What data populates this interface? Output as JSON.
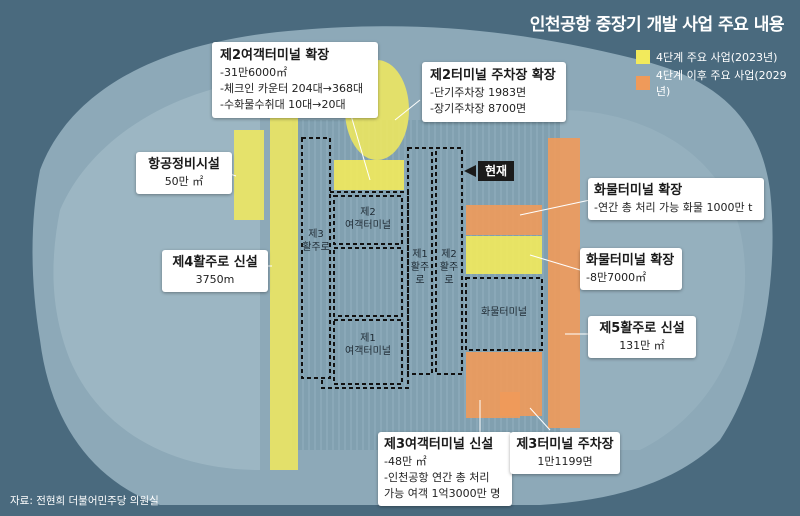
{
  "title": "인천공항 중장기 개발 사업 주요 내용",
  "legend": [
    {
      "label": "4단계 주요 사업(2023년)",
      "color": "#f2ea5c"
    },
    {
      "label": "4단계 이후 주요 사업(2029년)",
      "color": "#ef9a5a"
    }
  ],
  "callouts": {
    "t2_expansion": {
      "title": "제2여객터미널 확장",
      "lines": [
        "-31만6000㎡",
        "-체크인 카운터 204대→368대",
        "-수화물수취대 10대→20대"
      ]
    },
    "t2_parking": {
      "title": "제2터미널 주차장 확장",
      "lines": [
        "-단기주차장 1983면",
        "-장기주차장 8700면"
      ]
    },
    "maintenance": {
      "title": "항공정비시설",
      "lines": [
        "50만 ㎡"
      ]
    },
    "runway4": {
      "title": "제4활주로 신설",
      "lines": [
        "3750m"
      ]
    },
    "cargo_expansion_1": {
      "title": "화물터미널 확장",
      "lines": [
        "-연간 총 처리 가능 화물 1000만 t"
      ]
    },
    "cargo_expansion_2": {
      "title": "화물터미널 확장",
      "lines": [
        "-8만7000㎡"
      ]
    },
    "runway5": {
      "title": "제5활주로 신설",
      "lines": [
        "131만 ㎡"
      ]
    },
    "t3_new": {
      "title": "제3여객터미널 신설",
      "lines": [
        "-48만 ㎡",
        "-인천공항 연간 총 처리",
        "가능 여객 1억3000만 명"
      ]
    },
    "t3_parking": {
      "title": "제3터미널 주차장",
      "lines": [
        "1만1199면"
      ]
    }
  },
  "map_labels": {
    "runway3": "제3\n활주로",
    "t2": "제2\n여객터미널",
    "runway1": "제1\n활주로",
    "runway2": "제2\n활주로",
    "t1": "제1\n여객터미널",
    "cargo_terminal": "화물터미널"
  },
  "current_badge": "현재",
  "source": "자료: 전현희 더불어민주당 의원실"
}
